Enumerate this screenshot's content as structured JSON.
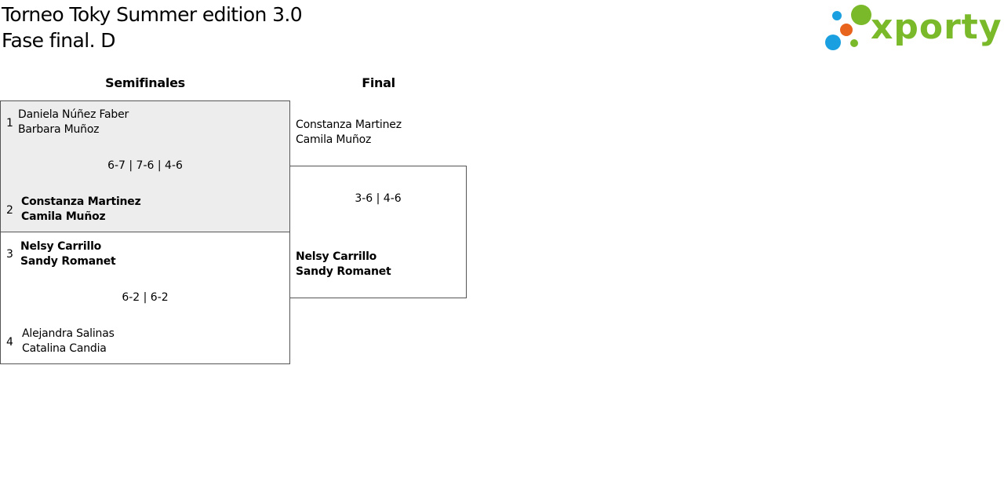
{
  "header": {
    "title_line1": "Torneo Toky Summer edition 3.0",
    "title_line2": "Fase final. D"
  },
  "logo": {
    "text": "xporty",
    "colors": {
      "green": "#7ab929",
      "blue": "#1aa0e0",
      "orange": "#e8631c"
    }
  },
  "rounds": {
    "semifinals_label": "Semifinales",
    "final_label": "Final"
  },
  "semifinal_1": {
    "team_a": {
      "seed": "1",
      "player1": "Daniela Núñez Faber",
      "player2": "Barbara Muñoz"
    },
    "score": "6-7 | 7-6 | 4-6",
    "team_b": {
      "seed": "2",
      "player1": "Constanza Martinez",
      "player2": "Camila Muñoz"
    }
  },
  "semifinal_2": {
    "team_a": {
      "seed": "3",
      "player1": "Nelsy Carrillo",
      "player2": "Sandy Romanet"
    },
    "score": "6-2 | 6-2",
    "team_b": {
      "seed": "4",
      "player1": "Alejandra Salinas",
      "player2": "Catalina Candia"
    }
  },
  "final": {
    "team_a": {
      "player1": "Constanza Martinez",
      "player2": "Camila Muñoz"
    },
    "score": "3-6 | 4-6",
    "team_b": {
      "player1": "Nelsy Carrillo",
      "player2": "Sandy Romanet"
    }
  }
}
